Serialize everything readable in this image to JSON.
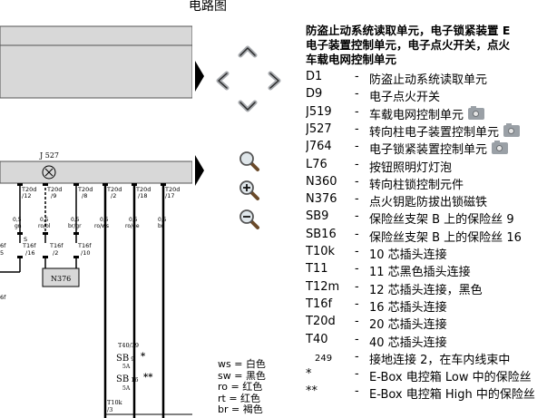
{
  "page_title": "电路图",
  "legend_header": [
    "防盗止动系统读取单元，电子锁紧装置 E",
    "电子装置控制单元，电子点火开关，点火",
    "车载电网控制单元"
  ],
  "legend": [
    {
      "code": "D1",
      "desc": "防盗止动系统读取单元",
      "photo": false
    },
    {
      "code": "D9",
      "desc": "电子点火开关",
      "photo": false
    },
    {
      "code": "J519",
      "desc": "车载电网控制单元",
      "photo": true
    },
    {
      "code": "J527",
      "desc": "转向柱电子装置控制单元",
      "photo": true
    },
    {
      "code": "J764",
      "desc": "电子锁紧装置控制单元",
      "photo": true
    },
    {
      "code": "L76",
      "desc": "按钮照明灯灯泡",
      "photo": false
    },
    {
      "code": "N360",
      "desc": "转向柱锁控制元件",
      "photo": false
    },
    {
      "code": "N376",
      "desc": "点火钥匙防拔出锁磁铁",
      "photo": false
    },
    {
      "code": "SB9",
      "desc": "保险丝支架 B 上的保险丝 9",
      "photo": false
    },
    {
      "code": "SB16",
      "desc": "保险丝支架 B 上的保险丝 16",
      "photo": false
    },
    {
      "code": "T10k",
      "desc": "10 芯插头连接",
      "photo": false
    },
    {
      "code": "T11",
      "desc": "11 芯黑色插头连接",
      "photo": false
    },
    {
      "code": "T12m",
      "desc": "12 芯插头连接，黑色",
      "photo": false
    },
    {
      "code": "T16f",
      "desc": "16 芯插头连接",
      "photo": false
    },
    {
      "code": "T20d",
      "desc": "20 芯插头连接",
      "photo": false
    },
    {
      "code": "T40",
      "desc": "40 芯插头连接",
      "photo": false
    },
    {
      "code": "249",
      "desc": "接地连接 2，在车内线束中",
      "photo": false
    },
    {
      "code": "*",
      "desc": "E-Box 电控箱 Low 中的保险丝",
      "photo": false
    },
    {
      "code": "**",
      "desc": "E-Box 电控箱 High 中的保险丝",
      "photo": false
    }
  ],
  "color_key": [
    "ws = 白色",
    "sw = 黑色",
    "ro = 红色",
    "rt = 红色",
    "br = 褐色"
  ],
  "diagram": {
    "j527_label": "J 527",
    "t20d_top": [
      {
        "top": "T20d",
        "bot": "/12"
      },
      {
        "top": "T20d",
        "bot": "/9"
      },
      {
        "top": "T20d",
        "bot": "/8"
      },
      {
        "top": "T20d",
        "bot": "/2"
      },
      {
        "top": "T20d",
        "bot": "/18"
      },
      {
        "top": "T20d",
        "bot": "/17"
      }
    ],
    "wire_sizes": [
      "0,5",
      "0,5",
      "0,5",
      "0,5",
      "0,5",
      "0,5"
    ],
    "wire_colors": [
      "gn",
      "ro/bl",
      "br/gr",
      "ro/ws",
      "ro/ge",
      "br"
    ],
    "t16f_labels": [
      {
        "top": "S",
        "mid": "T16f",
        "bot": "/16"
      },
      {
        "top": "",
        "mid": "T16f",
        "bot": "/2"
      },
      {
        "top": "",
        "mid": "T16f",
        "bot": "/10"
      }
    ],
    "left_edge_labels": [
      "6f",
      "5",
      "6f"
    ],
    "n376_label": "N376",
    "t40_label": "T40/39",
    "sb9_label": "SB",
    "sb9_num": "9",
    "sb9_amp": "5A",
    "sb9_star": "*",
    "sb16_label": "SB",
    "sb16_num": "16",
    "sb16_amp": "5A",
    "sb16_star": "**",
    "t10k_label": "T10k",
    "t10k_pin": "/3"
  },
  "controls": {
    "pan_up": "pan-up",
    "zoom": "zoom",
    "zoom_in": "zoom-in",
    "zoom_out": "zoom-out"
  }
}
